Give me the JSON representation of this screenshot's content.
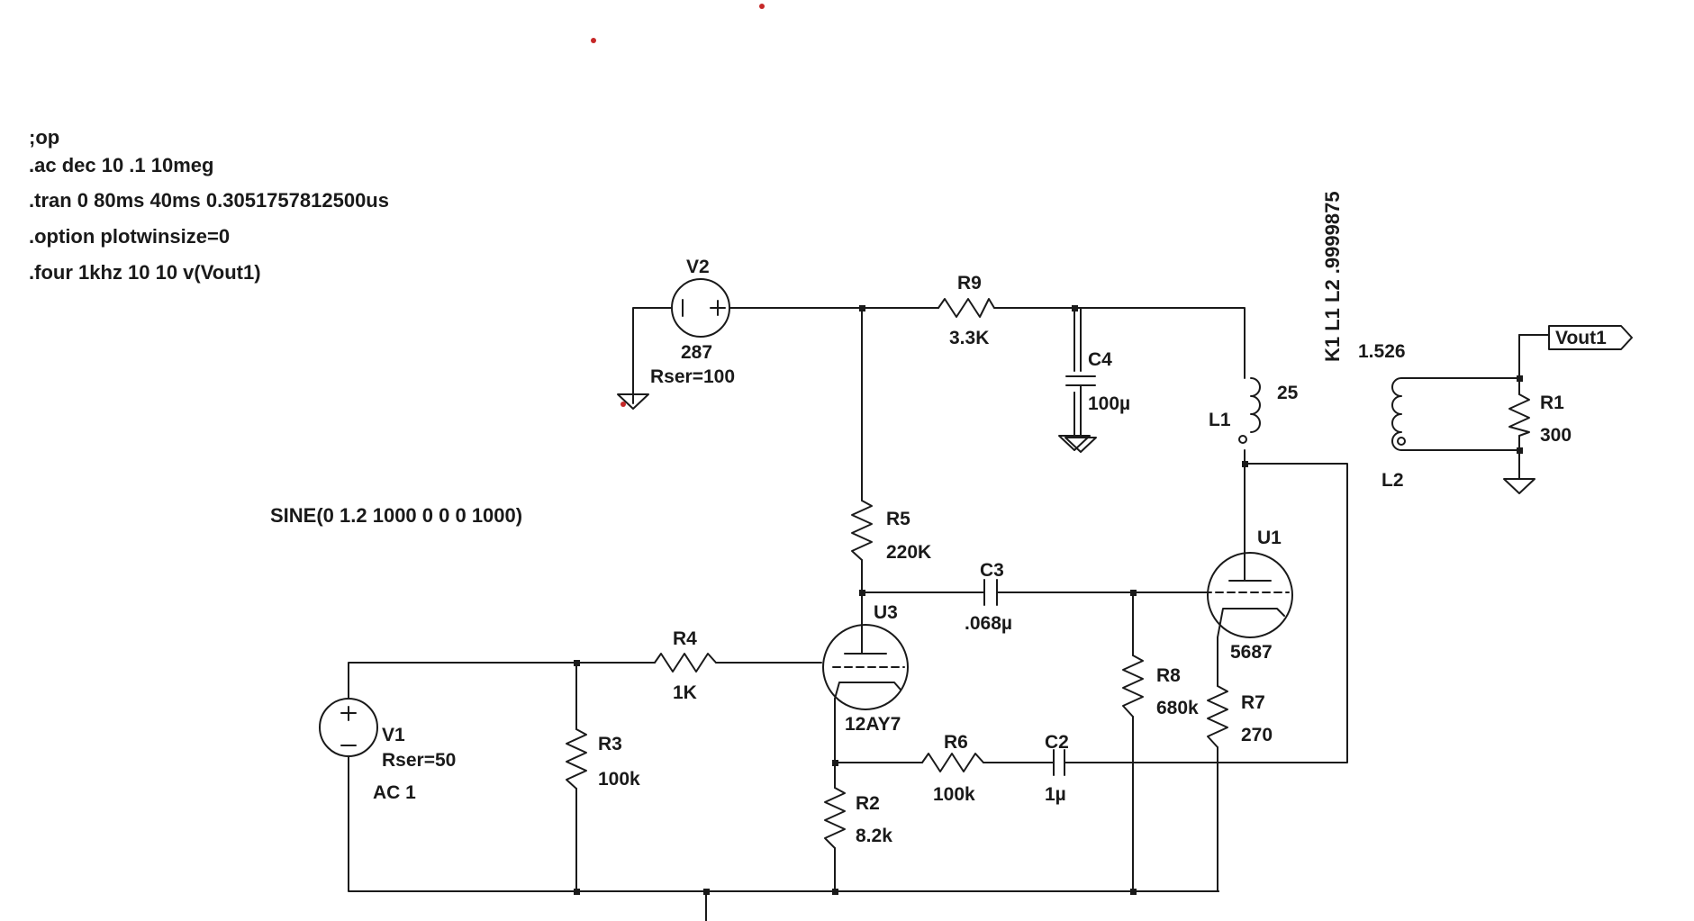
{
  "directives": [
    ";op",
    ".ac dec 10 .1 10meg",
    ".tran 0 80ms 40ms 0.3051757812500us",
    ".option plotwinsize=0",
    ".four 1khz 10 10 v(Vout1)"
  ],
  "coupling": "K1 L1 L2 .9999875",
  "sine_spec": "SINE(0 1.2 1000 0 0 0 1000)",
  "net_label": "Vout1",
  "components": {
    "V1": {
      "name": "V1",
      "rser": "Rser=50",
      "ac": "AC 1"
    },
    "V2": {
      "name": "V2",
      "value": "287",
      "rser": "Rser=100"
    },
    "R1": {
      "name": "R1",
      "value": "300"
    },
    "R2": {
      "name": "R2",
      "value": "8.2k"
    },
    "R3": {
      "name": "R3",
      "value": "100k"
    },
    "R4": {
      "name": "R4",
      "value": "1K"
    },
    "R5": {
      "name": "R5",
      "value": "220K"
    },
    "R6": {
      "name": "R6",
      "value": "100k"
    },
    "R7": {
      "name": "R7",
      "value": "270"
    },
    "R8": {
      "name": "R8",
      "value": "680k"
    },
    "R9": {
      "name": "R9",
      "value": "3.3K"
    },
    "C2": {
      "name": "C2",
      "value": "1µ"
    },
    "C3": {
      "name": "C3",
      "value": ".068µ"
    },
    "C4": {
      "name": "C4",
      "value": "100µ"
    },
    "L1": {
      "name": "L1",
      "value": "25"
    },
    "L2": {
      "name": "L2",
      "value": "1.526"
    },
    "U1": {
      "name": "U1",
      "value": "5687"
    },
    "U3": {
      "name": "U3",
      "value": "12AY7"
    }
  }
}
